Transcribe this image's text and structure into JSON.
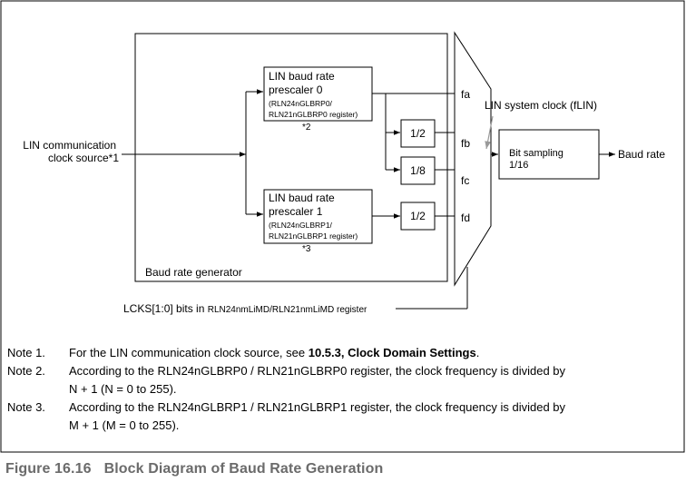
{
  "diagram": {
    "baud_rate_generator_label": "Baud rate generator",
    "input_label_line1": "LIN communication",
    "input_label_line2": "clock source*1",
    "prescaler0": {
      "line1": "LIN baud rate",
      "line2": "prescaler 0",
      "line3": "(RLN24nGLBRP0/",
      "line4": "RLN21nGLBRP0 register)",
      "note_ref": "*2"
    },
    "prescaler1": {
      "line1": "LIN baud rate",
      "line2": "prescaler 1",
      "line3": "(RLN24nGLBRP1/",
      "line4": "RLN21nGLBRP1 register)",
      "note_ref": "*3"
    },
    "divider_a": "1/2",
    "divider_b": "1/8",
    "divider_c": "1/2",
    "mux_inputs": [
      "fa",
      "fb",
      "fc",
      "fd"
    ],
    "lin_system_clock_label": "LIN system clock (fLIN)",
    "bit_sampling_line1": "Bit sampling",
    "bit_sampling_line2": "1/16",
    "output_label": "Baud rate",
    "lcks_label_prefix": "LCKS[1:0] bits in ",
    "lcks_label_register": "RLN24nmLiMD/RLN21nmLiMD register"
  },
  "notes": [
    {
      "label": "Note 1.",
      "text_before": "For the LIN communication clock source, see ",
      "bold": "10.5.3, Clock Domain Settings",
      "text_after": "."
    },
    {
      "label": "Note 2.",
      "text_line1": "According to the RLN24nGLBRP0 / RLN21nGLBRP0 register, the clock frequency is divided by",
      "text_line2": "N + 1 (N = 0 to 255)."
    },
    {
      "label": "Note 3.",
      "text_line1": "According to the RLN24nGLBRP1 / RLN21nGLBRP1 register, the clock frequency is divided by",
      "text_line2": "M + 1 (M = 0 to 255)."
    }
  ],
  "caption": {
    "number": "Figure 16.16",
    "title": "Block Diagram of Baud Rate Generation"
  }
}
